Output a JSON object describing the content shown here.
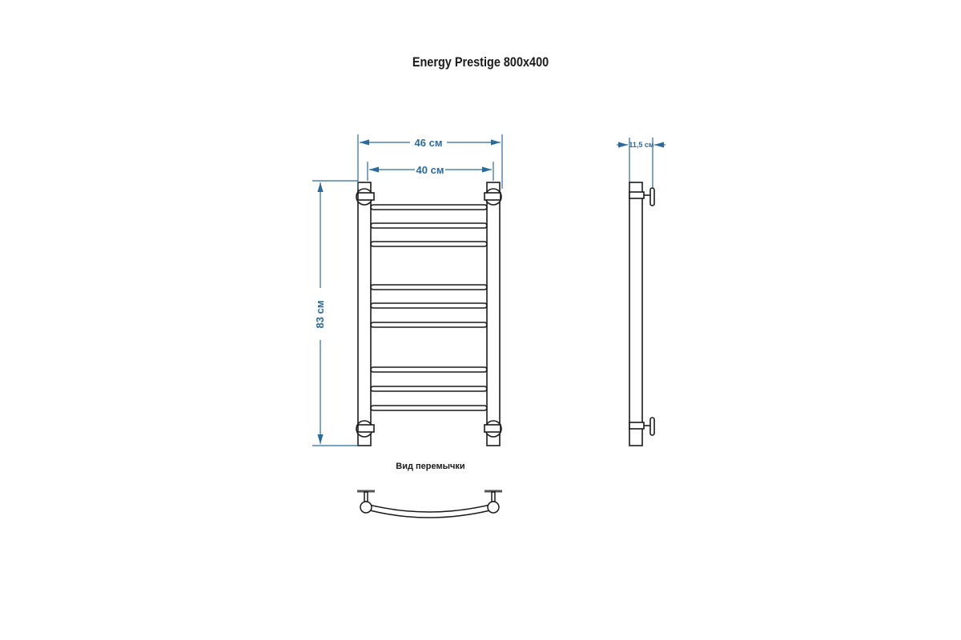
{
  "title": "Energy Prestige 800x400",
  "dimensions": {
    "overall_width": "46 см",
    "inner_width": "40 см",
    "height": "83 см",
    "depth": "11,5 см"
  },
  "caption": "Вид перемычки",
  "colors": {
    "dimension": "#2b6b9c",
    "outline": "#1a1a1a"
  }
}
